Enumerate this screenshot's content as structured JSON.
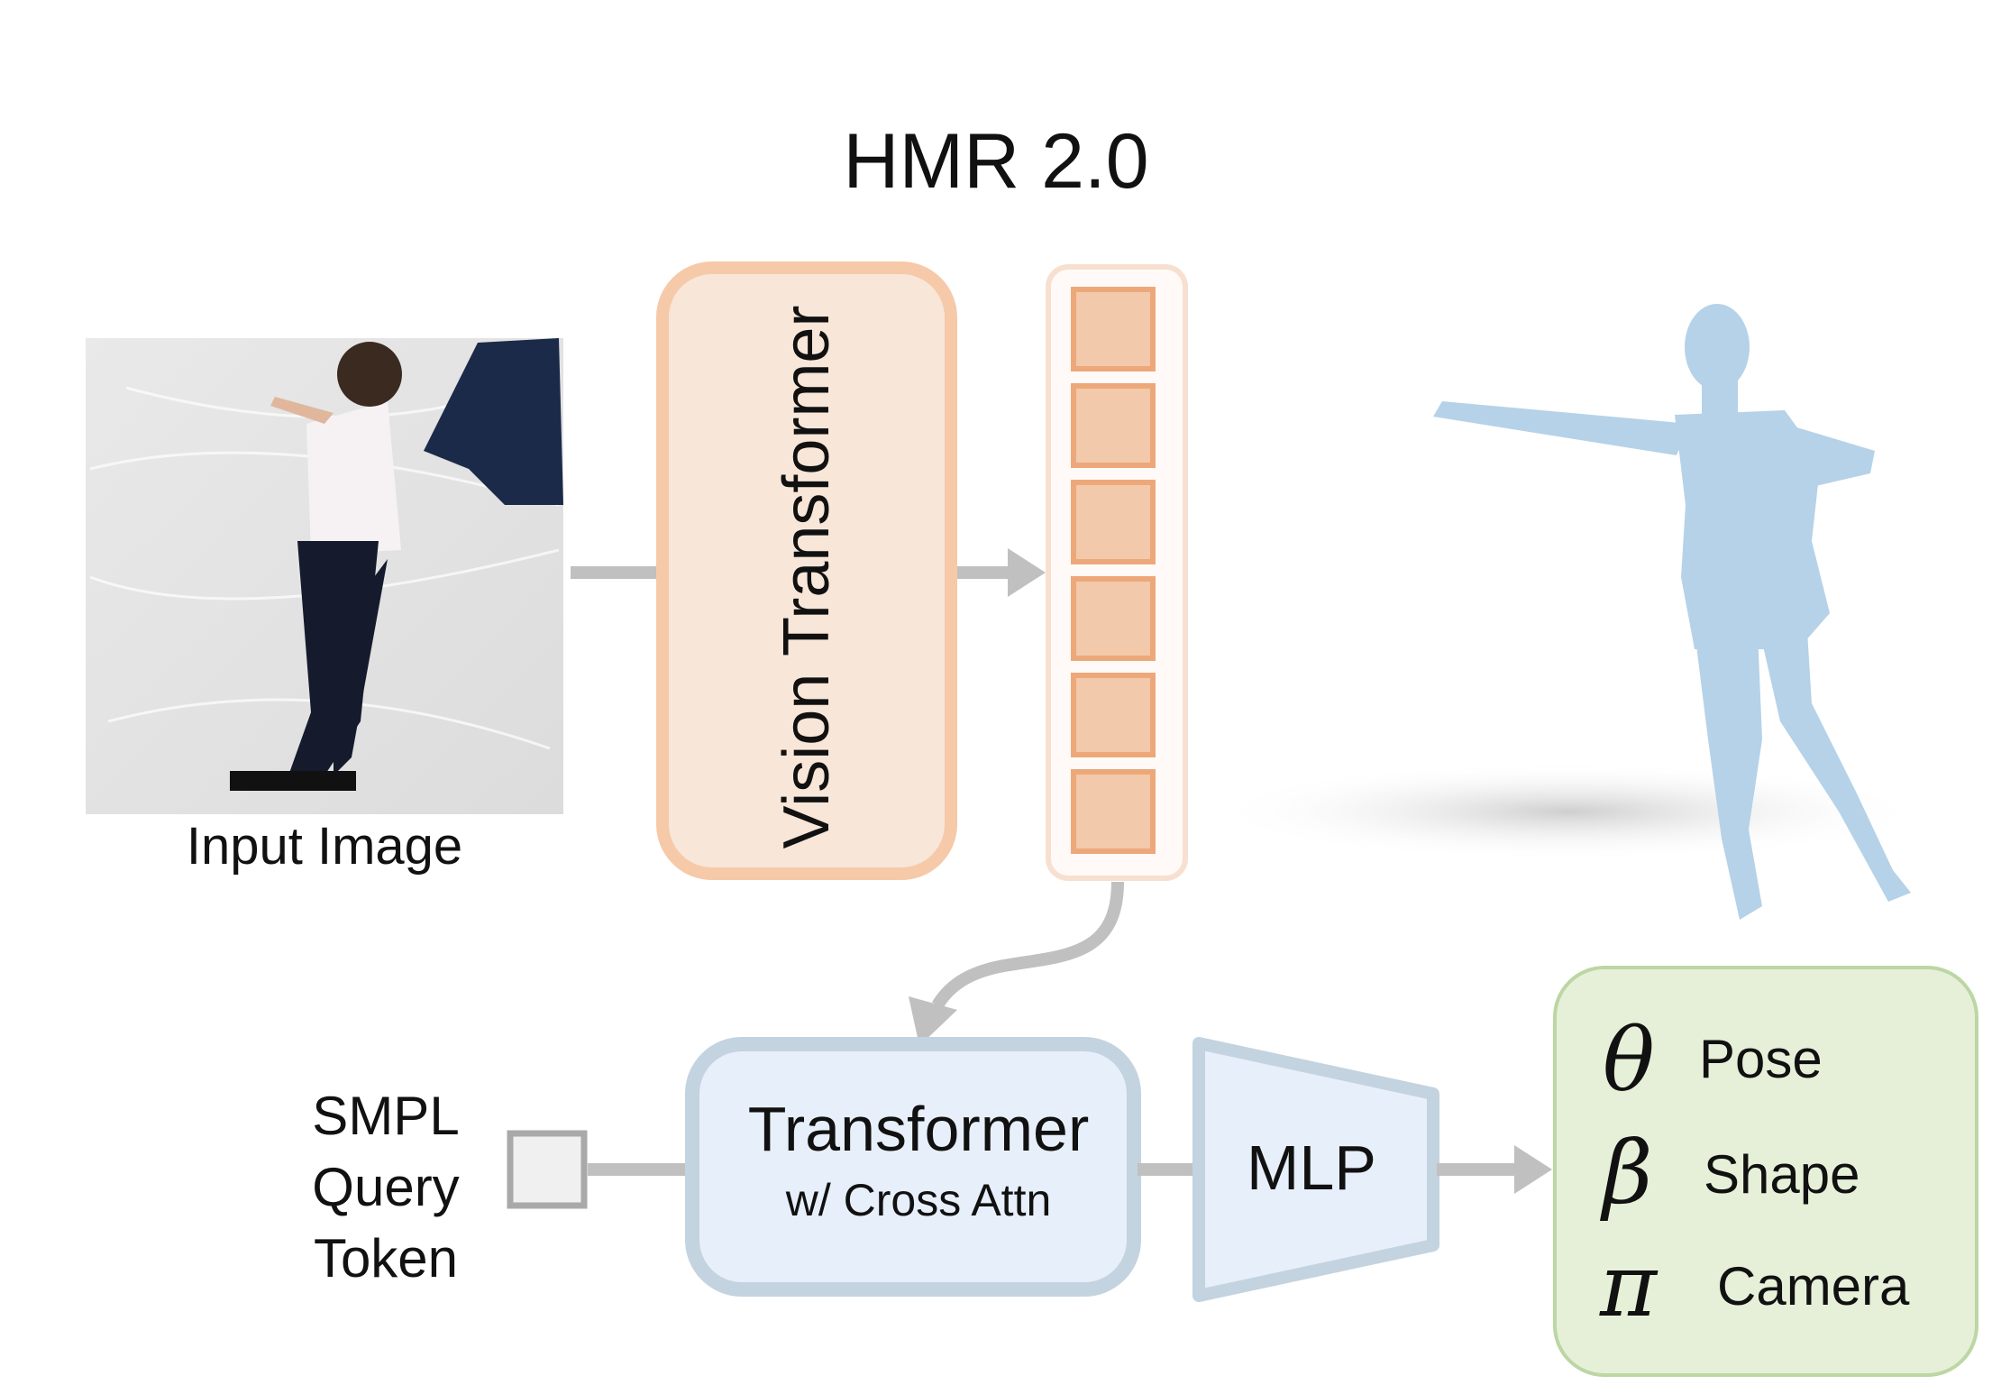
{
  "title": "HMR 2.0",
  "input_image": {
    "caption": "Input Image"
  },
  "encoder": {
    "label": "Vision Transformer"
  },
  "tokens": {
    "count": 6
  },
  "query": {
    "lines": [
      "SMPL",
      "Query",
      "Token"
    ]
  },
  "decoder": {
    "title": "Transformer",
    "subtitle": "w/ Cross Attn"
  },
  "mlp": {
    "label": "MLP"
  },
  "outputs": [
    {
      "symbol": "θ",
      "label": "Pose"
    },
    {
      "symbol": "β",
      "label": "Shape"
    },
    {
      "symbol": "π",
      "label": "Camera"
    }
  ],
  "colors": {
    "encoder_fill": "#f8e6d8",
    "encoder_border": "#f6c9a9",
    "token_fill": "#f2c9aa",
    "token_border": "#eda87a",
    "decoder_fill": "#e7effa",
    "decoder_border": "#c3d3df",
    "output_fill": "#e6f0d9",
    "output_border": "#bcd6a4",
    "arrow": "#c0c0c0",
    "mesh": "#b5d2e8"
  }
}
